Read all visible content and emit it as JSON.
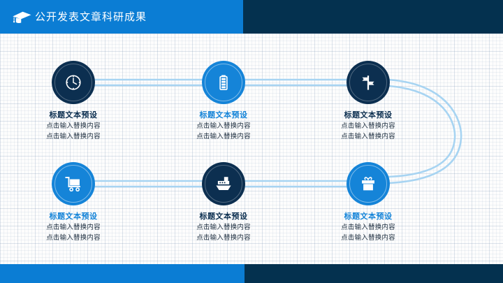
{
  "header": {
    "title": "公开发表文章科研成果",
    "icon": "graduation-cap-icon",
    "left_color": "#0b7dd4",
    "right_color": "#04314f"
  },
  "footer": {
    "left_color": "#0b7dd4",
    "right_color": "#04314f"
  },
  "theme": {
    "dark": "#0c2f50",
    "light": "#1584d8",
    "connector": "#a7d4f2",
    "body_text": "#1b2c3d"
  },
  "nodes": [
    {
      "id": "node-1",
      "icon": "clock-icon",
      "style": "dark",
      "title": "标题文本预设",
      "line1": "点击输入替换内容",
      "line2": "点击输入替换内容"
    },
    {
      "id": "node-2",
      "icon": "battery-icon",
      "style": "light",
      "title": "标题文本预设",
      "line1": "点击输入替换内容",
      "line2": "点击输入替换内容"
    },
    {
      "id": "node-3",
      "icon": "signpost-icon",
      "style": "dark",
      "title": "标题文本预设",
      "line1": "点击输入替换内容",
      "line2": "点击输入替换内容"
    },
    {
      "id": "node-4",
      "icon": "shopping-cart-icon",
      "style": "light",
      "title": "标题文本预设",
      "line1": "点击输入替换内容",
      "line2": "点击输入替换内容"
    },
    {
      "id": "node-5",
      "icon": "ship-icon",
      "style": "dark",
      "title": "标题文本预设",
      "line1": "点击输入替换内容",
      "line2": "点击输入替换内容"
    },
    {
      "id": "node-6",
      "icon": "gift-icon",
      "style": "light",
      "title": "标题文本预设",
      "line1": "点击输入替换内容",
      "line2": "点击输入替换内容"
    }
  ]
}
